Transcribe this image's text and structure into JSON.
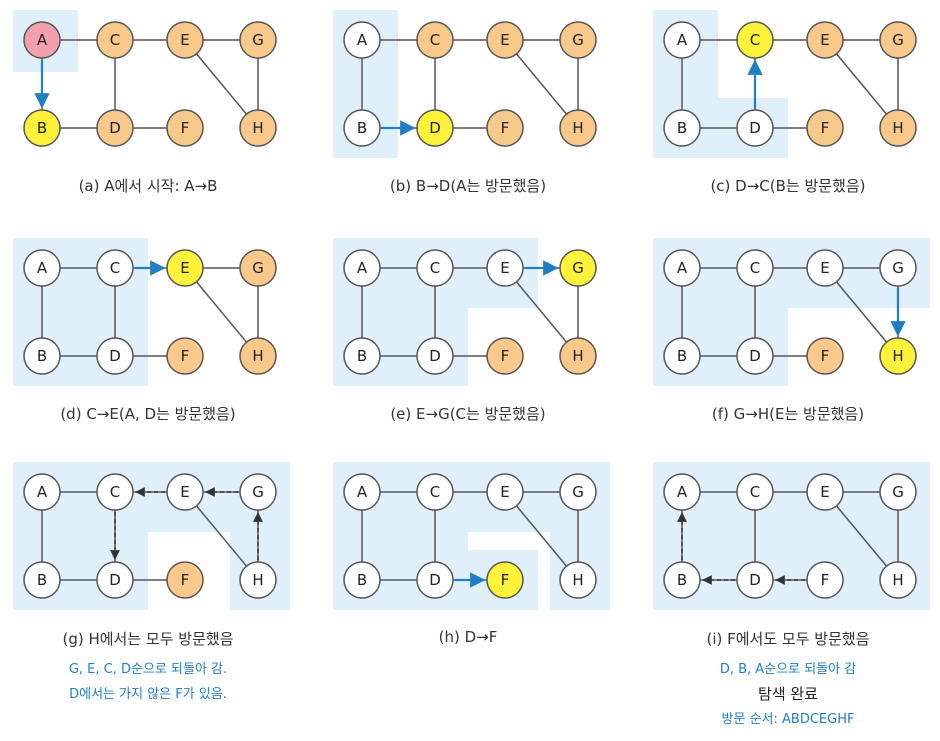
{
  "colors": {
    "visited_fill": "#ffffff",
    "unvisited_fill": "#f9c98c",
    "current_fill": "#fff23b",
    "start_fill": "#f2a0ae",
    "node_stroke": "#555555",
    "highlight_bg": "#dff0fb",
    "arrow_blue": "#1f7fc4",
    "arrow_dashed": "#333333",
    "edge": "#555555",
    "note_blue": "#1f7fc4"
  },
  "panels": [
    {
      "caption": "(a) A에서 시작: A→B",
      "states": {
        "A": "start",
        "B": "current",
        "C": "unvisited",
        "D": "unvisited",
        "E": "unvisited",
        "F": "unvisited",
        "G": "unvisited",
        "H": "unvisited"
      },
      "arrows": [
        {
          "from": "A",
          "to": "B",
          "style": "solid"
        }
      ],
      "highlight": [
        "A"
      ],
      "notes": []
    },
    {
      "caption": "(b) B→D(A는 방문했음)",
      "states": {
        "A": "visited",
        "B": "visited",
        "C": "unvisited",
        "D": "current",
        "E": "unvisited",
        "F": "unvisited",
        "G": "unvisited",
        "H": "unvisited"
      },
      "arrows": [
        {
          "from": "B",
          "to": "D",
          "style": "solid"
        }
      ],
      "highlight": [
        "A",
        "B"
      ],
      "notes": []
    },
    {
      "caption": "(c) D→C(B는 방문했음)",
      "states": {
        "A": "visited",
        "B": "visited",
        "C": "current",
        "D": "visited",
        "E": "unvisited",
        "F": "unvisited",
        "G": "unvisited",
        "H": "unvisited"
      },
      "arrows": [
        {
          "from": "D",
          "to": "C",
          "style": "solid"
        }
      ],
      "highlight": [
        "A",
        "B",
        "D"
      ],
      "notes": []
    },
    {
      "caption": "(d) C→E(A, D는 방문했음)",
      "states": {
        "A": "visited",
        "B": "visited",
        "C": "visited",
        "D": "visited",
        "E": "current",
        "F": "unvisited",
        "G": "unvisited",
        "H": "unvisited"
      },
      "arrows": [
        {
          "from": "C",
          "to": "E",
          "style": "solid"
        }
      ],
      "highlight": [
        "A",
        "B",
        "C",
        "D"
      ],
      "notes": []
    },
    {
      "caption": "(e) E→G(C는 방문했음)",
      "states": {
        "A": "visited",
        "B": "visited",
        "C": "visited",
        "D": "visited",
        "E": "visited",
        "F": "unvisited",
        "G": "current",
        "H": "unvisited"
      },
      "arrows": [
        {
          "from": "E",
          "to": "G",
          "style": "solid"
        }
      ],
      "highlight": [
        "A",
        "B",
        "C",
        "D",
        "E"
      ],
      "notes": []
    },
    {
      "caption": "(f) G→H(E는 방문했음)",
      "states": {
        "A": "visited",
        "B": "visited",
        "C": "visited",
        "D": "visited",
        "E": "visited",
        "F": "unvisited",
        "G": "visited",
        "H": "current"
      },
      "arrows": [
        {
          "from": "G",
          "to": "H",
          "style": "solid"
        }
      ],
      "highlight": [
        "A",
        "B",
        "C",
        "D",
        "E",
        "G"
      ],
      "notes": []
    },
    {
      "caption": "(g) H에서는 모두 방문했음",
      "states": {
        "A": "visited",
        "B": "visited",
        "C": "visited",
        "D": "visited",
        "E": "visited",
        "F": "unvisited",
        "G": "visited",
        "H": "visited"
      },
      "arrows": [
        {
          "from": "H",
          "to": "G",
          "style": "dashed"
        },
        {
          "from": "G",
          "to": "E",
          "style": "dashed"
        },
        {
          "from": "E",
          "to": "C",
          "style": "dashed"
        },
        {
          "from": "C",
          "to": "D",
          "style": "dashed"
        }
      ],
      "highlight": [
        "A",
        "B",
        "C",
        "D",
        "E",
        "G",
        "H"
      ],
      "notes": [
        {
          "text": "G, E, C, D순으로 되돌아 감.",
          "kind": "blue"
        },
        {
          "text": "D에서는 가지 않은 F가 있음.",
          "kind": "blue"
        }
      ]
    },
    {
      "caption": "(h) D→F",
      "states": {
        "A": "visited",
        "B": "visited",
        "C": "visited",
        "D": "visited",
        "E": "visited",
        "F": "current",
        "G": "visited",
        "H": "visited"
      },
      "arrows": [
        {
          "from": "D",
          "to": "F",
          "style": "solid"
        }
      ],
      "highlight": [
        "A",
        "B",
        "C",
        "D",
        "E",
        "G",
        "H"
      ],
      "notes": []
    },
    {
      "caption": "(i) F에서도 모두 방문했음",
      "states": {
        "A": "visited",
        "B": "visited",
        "C": "visited",
        "D": "visited",
        "E": "visited",
        "F": "visited",
        "G": "visited",
        "H": "visited"
      },
      "arrows": [
        {
          "from": "F",
          "to": "D",
          "style": "dashed"
        },
        {
          "from": "D",
          "to": "B",
          "style": "dashed"
        },
        {
          "from": "B",
          "to": "A",
          "style": "dashed"
        }
      ],
      "highlight": [
        "A",
        "B",
        "C",
        "D",
        "E",
        "F",
        "G",
        "H"
      ],
      "notes": [
        {
          "text": "D, B, A순으로 되돌아 감",
          "kind": "blue"
        },
        {
          "text": "탐색 완료",
          "kind": "dark"
        },
        {
          "text": "방문 순서: ABDCEGHF",
          "kind": "blue"
        }
      ]
    }
  ],
  "edges": [
    [
      "A",
      "C"
    ],
    [
      "C",
      "E"
    ],
    [
      "E",
      "G"
    ],
    [
      "A",
      "B"
    ],
    [
      "B",
      "D"
    ],
    [
      "D",
      "F"
    ],
    [
      "C",
      "D"
    ],
    [
      "E",
      "H"
    ],
    [
      "G",
      "H"
    ]
  ]
}
